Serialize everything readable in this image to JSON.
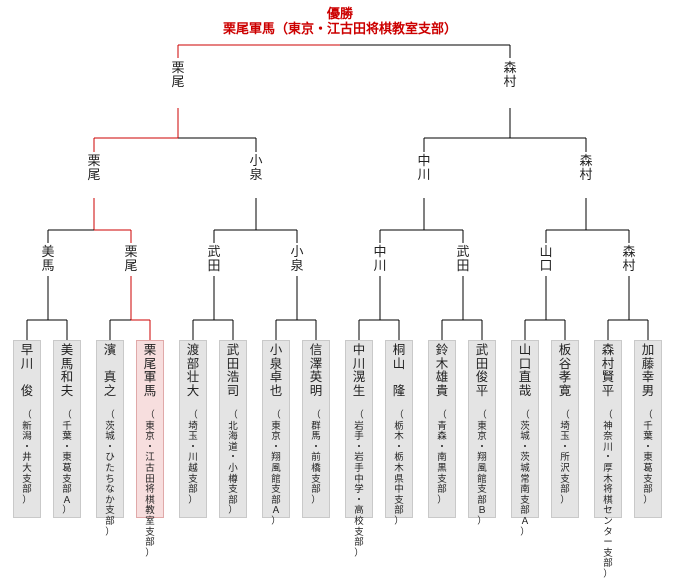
{
  "champion": {
    "label": "優勝",
    "name_line": "栗尾軍馬（東京・江古田将棋教室支部）"
  },
  "rounds": {
    "final": [
      "栗尾",
      "森村"
    ],
    "semifinal": [
      "栗尾",
      "小泉",
      "中川",
      "森村"
    ],
    "quarterfinal": [
      "美馬",
      "栗尾",
      "武田",
      "小泉",
      "中川",
      "武田",
      "山口",
      "森村"
    ]
  },
  "players": [
    {
      "name": "早川 俊",
      "affiliation": "（新潟・井大支部）"
    },
    {
      "name": "美馬和夫",
      "affiliation": "（千葉・東葛支部Ａ）"
    },
    {
      "name": "濱 真之",
      "affiliation": "（茨城・ひたちなか支部）"
    },
    {
      "name": "栗尾軍馬",
      "affiliation": "（東京・江古田将棋教室支部）"
    },
    {
      "name": "渡部壮大",
      "affiliation": "（埼玉・川越支部）"
    },
    {
      "name": "武田浩司",
      "affiliation": "（北海道・小樽支部）"
    },
    {
      "name": "小泉卓也",
      "affiliation": "（東京・翔風館支部Ａ）"
    },
    {
      "name": "信澤英明",
      "affiliation": "（群馬・前橋支部）"
    },
    {
      "name": "中川滉生",
      "affiliation": "（岩手・岩手中学・高校支部）"
    },
    {
      "name": "桐山 隆",
      "affiliation": "（栃木・栃木県中支部）"
    },
    {
      "name": "鈴木雄貴",
      "affiliation": "（青森・南黒支部）"
    },
    {
      "name": "武田俊平",
      "affiliation": "（東京・翔風館支部Ｂ）"
    },
    {
      "name": "山口直哉",
      "affiliation": "（茨城・茨城常南支部Ａ）"
    },
    {
      "name": "板谷孝寛",
      "affiliation": "（埼玉・所沢支部）"
    },
    {
      "name": "森村賢平",
      "affiliation": "（神奈川・厚木将棋センター支部）"
    },
    {
      "name": "加藤幸男",
      "affiliation": "（千葉・東葛支部）"
    }
  ],
  "colors": {
    "winner_path": "#cc0000",
    "line": "#000000",
    "box_fill": "#e4e4e4",
    "winner_box_fill": "#f7dede"
  }
}
